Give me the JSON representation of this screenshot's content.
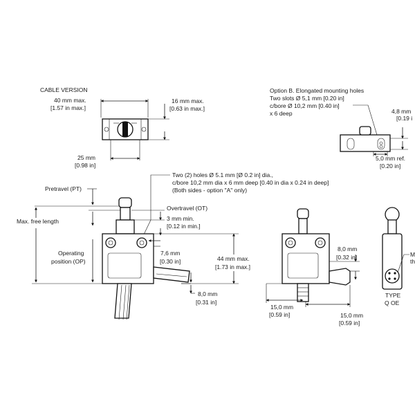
{
  "cable_version": {
    "title": "CABLE VERSION",
    "width_mm": "40 mm max.",
    "width_in": "[1.57 in max.]",
    "height_mm": "16 mm max.",
    "height_in": "[0.63 in max.]",
    "spacing_mm": "25 mm",
    "spacing_in": "[0.98 in]"
  },
  "option_b": {
    "line1": "Option B. Elongated mounting holes",
    "line2": "Two slots Ø 5,1 mm [0.20 in]",
    "line3": "c/bore Ø 10,2 mm [0.40 in]",
    "line4": "x 6 deep",
    "dim_a_mm": "4,8 mm",
    "dim_a_in": "[0.19 i",
    "dim_b_mm": "5,0 mm ref.",
    "dim_b_in": "[0.20 in]"
  },
  "front_view": {
    "holes_line1": "Two (2) holes Ø 5.1 mm [Ø 0.2 in] dia.,",
    "holes_line2": "c/bore 10,2 mm dia x 6 mm deep [0.40 in dia x 0.24 in deep]",
    "holes_line3": "(Both sides - option \"A\" only)",
    "pretravel": "Pretravel (PT)",
    "overtravel": "Overtravel (OT)",
    "min_mm": "3 mm min.",
    "min_in": "[0.12 in min.]",
    "max_free_length": "Max. free length",
    "operating_position_1": "Operating",
    "operating_position_2": "position (OP)",
    "hole_offset_mm": "7,6 mm",
    "hole_offset_in": "[0.30 in]",
    "height_mm": "44 mm max.",
    "height_in": "[1.73 in max.]",
    "cable_mm": "8,0 mm",
    "cable_in": "[0.31 in]"
  },
  "connector_view": {
    "offset_mm": "8,0 mm",
    "offset_in": "[0.32 in]",
    "left_mm": "15,0 mm",
    "left_in": "[0.59 in]",
    "right_mm": "15,0 mm",
    "right_in": "[0.59 in]"
  },
  "side_view": {
    "callout_1": "M",
    "callout_2": "th",
    "type_line1": "TYPE",
    "type_line2": "Q OE"
  }
}
